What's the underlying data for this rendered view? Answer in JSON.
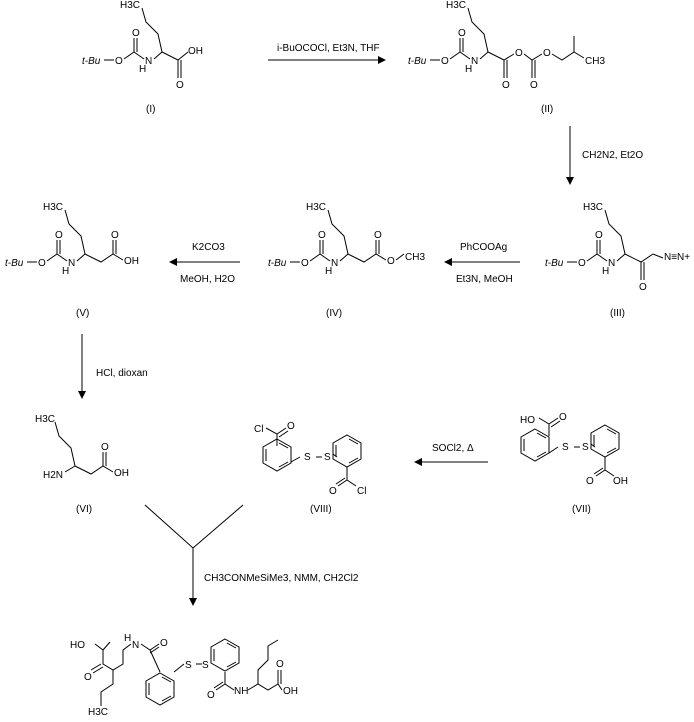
{
  "atoms": {
    "O": "O",
    "OH": "OH",
    "HO": "HO",
    "N": "N",
    "H": "H",
    "NH": "NH",
    "tBu": "t-Bu",
    "H3C": "H3C",
    "CH3": "CH3",
    "H2N": "H2N",
    "S": "S",
    "Cl": "Cl",
    "diazo": "N≡N+"
  },
  "compounds": [
    "(I)",
    "(II)",
    "(III)",
    "(IV)",
    "(V)",
    "(VI)",
    "(VII)",
    "(VIII)"
  ],
  "reagents": {
    "step1": "i-BuOCOCl, Et3N, THF",
    "step2": "CH2N2, Et2O",
    "step3a": "PhCOOAg",
    "step3b": "Et3N, MeOH",
    "step4a": "K2CO3",
    "step4b": "MeOH, H2O",
    "step5": "HCl, dioxan",
    "step6": "SOCl2, Δ",
    "step7": "CH3CONMeSiMe3, NMM, CH2Cl2"
  }
}
